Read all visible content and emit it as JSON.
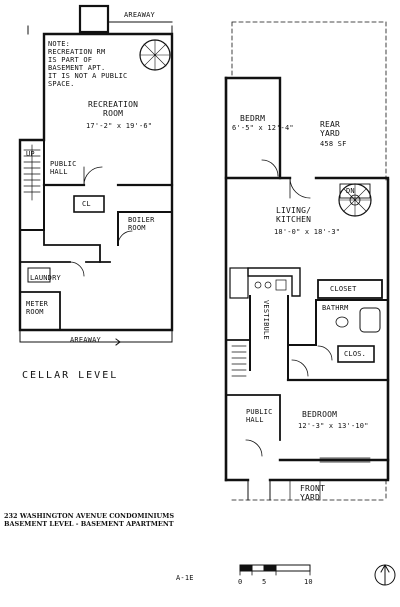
{
  "cellar_plan": {
    "areaway_top": "AREAWAY",
    "note": "NOTE:\nRECREATION RM\nIS PART OF\nBASEMENT APT.\nIT IS NOT A PUBLIC\nSPACE.",
    "recreation_room": "RECREATION\nROOM",
    "recreation_dims": "17'-2\" x 19'-6\"",
    "public_hall": "PUBLIC\nHALL",
    "up_label": "UP",
    "cl_label": "CL",
    "boiler_room": "BOILER\nROOM",
    "laundry": "LAUNDRY",
    "meter_room": "METER\nROOM",
    "areaway_bottom": "AREAWAY",
    "level_label": "CELLAR LEVEL"
  },
  "basement_plan": {
    "bedroom_small": "BEDRM",
    "bedroom_small_dims": "6'-5\" x 12'-4\"",
    "rear_yard": "REAR\nYARD",
    "rear_yard_area": "458 SF",
    "stair_label": "DN",
    "living_kitchen": "LIVING/\nKITCHEN",
    "living_kitchen_dims": "18'-0\" x 18'-3\"",
    "closet": "CLOSET",
    "bathroom": "BATHRM",
    "closet_small": "CLOS.",
    "vestibule": "VESTIBULE",
    "public_hall": "PUBLIC\nHALL",
    "bedroom": "BEDROOM",
    "bedroom_dims": "12'-3\" x 13'-10\"",
    "front_yard": "FRONT\nYARD"
  },
  "title_block": {
    "title": "232 WASHINGTON AVENUE CONDOMINIUMS\nBASEMENT LEVEL - BASEMENT APARTMENT",
    "sheet": "A-1E"
  },
  "scale_bar": {
    "ticks": [
      "0",
      "5",
      "10"
    ]
  },
  "north_arrow": {
    "icon": "north-arrow-icon"
  }
}
